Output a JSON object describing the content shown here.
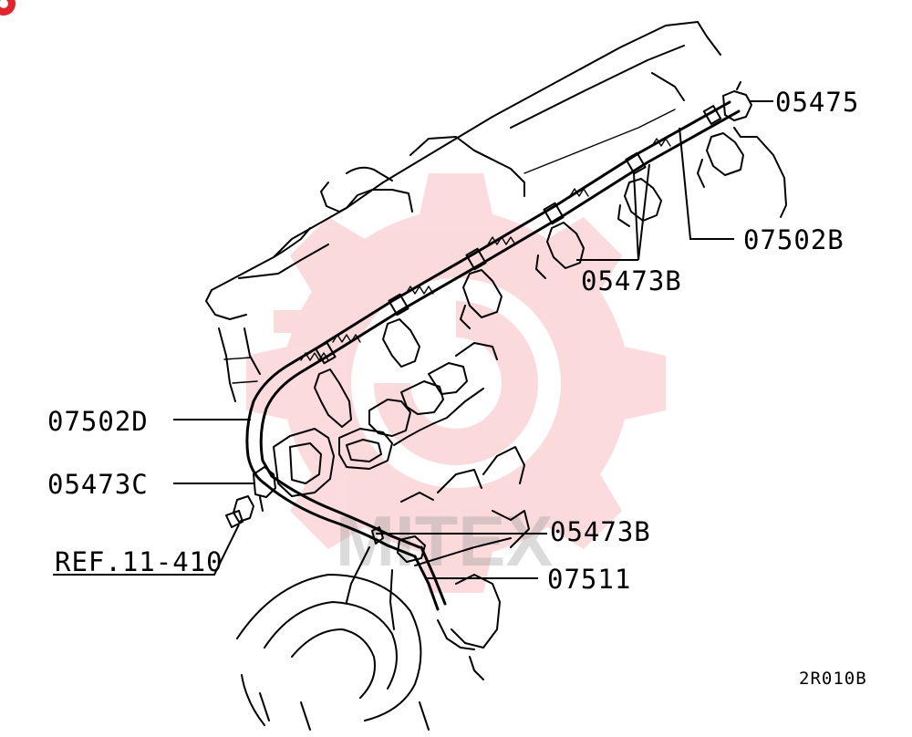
{
  "diagram": {
    "callouts": [
      {
        "id": "c1",
        "text": "05475"
      },
      {
        "id": "c2",
        "text": "07502B"
      },
      {
        "id": "c3",
        "text": "05473B"
      },
      {
        "id": "c4",
        "text": "07502D"
      },
      {
        "id": "c5",
        "text": "05473C"
      },
      {
        "id": "c6",
        "text": "05473B"
      },
      {
        "id": "c7",
        "text": "REF.11-410"
      },
      {
        "id": "c8",
        "text": "07511"
      }
    ],
    "figure_code": "2R010B",
    "watermark": {
      "text": "MITEX",
      "color": "#e8222a"
    }
  }
}
